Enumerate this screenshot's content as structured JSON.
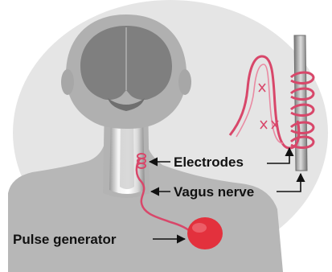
{
  "labels": {
    "electrodes": "Electrodes",
    "vagus_nerve": "Vagus nerve",
    "pulse_generator": "Pulse generator"
  },
  "colors": {
    "background_circle": "#e5e5e5",
    "body_skin": "#b7b7b7",
    "brain": "#7f7f7f",
    "lead_wire": "#d8476a",
    "generator": "#e3313d",
    "nerve": "#8c8c8c",
    "arrow": "#111111"
  }
}
